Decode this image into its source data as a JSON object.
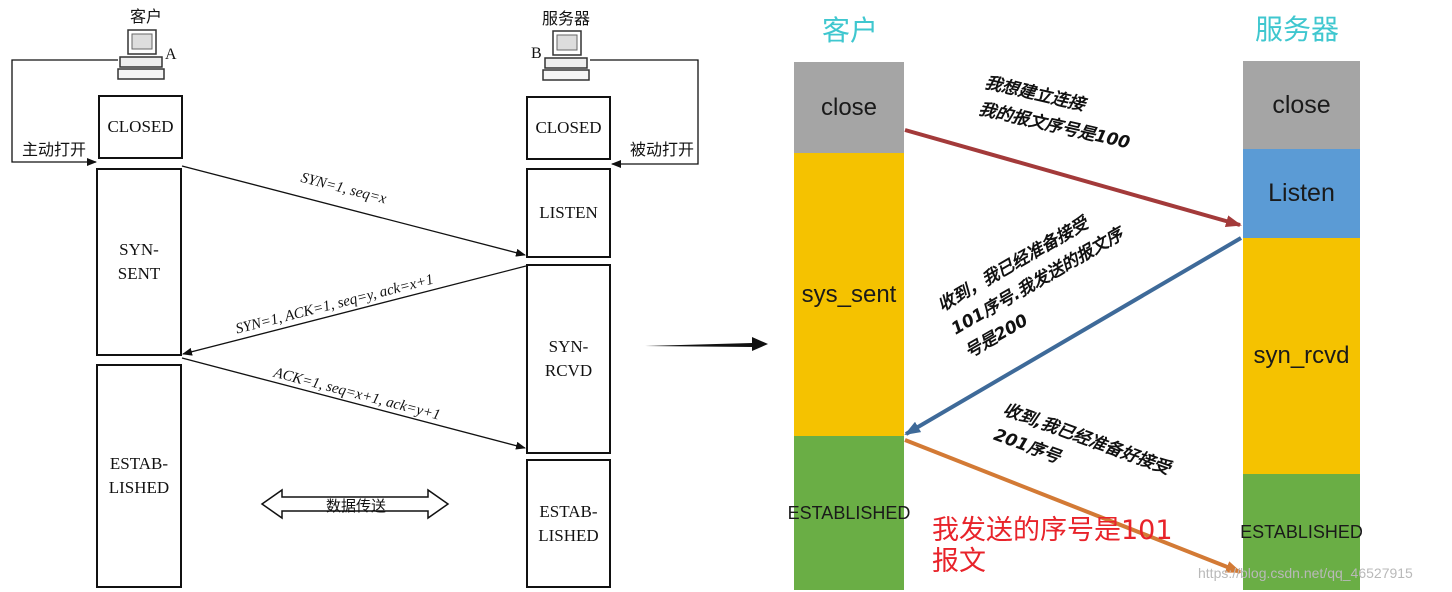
{
  "left": {
    "client_label": "客户",
    "server_label": "服务器",
    "host_a": "A",
    "host_b": "B",
    "active_open": "主动打开",
    "passive_open": "被动打开",
    "client_states": [
      "CLOSED",
      "SYN-\nSENT",
      "ESTAB-\nLISHED"
    ],
    "server_states": [
      "CLOSED",
      "LISTEN",
      "SYN-\nRCVD",
      "ESTAB-\nLISHED"
    ],
    "messages": [
      "SYN=1, seq=x",
      "SYN=1, ACK=1, seq=y, ack=x+1",
      "ACK=1, seq=x+1, ack=y+1"
    ],
    "data_transfer": "数据传送"
  },
  "right": {
    "client_title": "客户",
    "server_title": "服务器",
    "client_states": [
      "close",
      "sys_sent",
      "ESTABLISHED"
    ],
    "server_states": [
      "close",
      "Listen",
      "syn_rcvd",
      "ESTABLISHED"
    ],
    "note1": "我想建立连接\n我的报文序号是100",
    "note2": "收到，我已经准备接受\n101序号.我发送的报文序\n号是200",
    "note3": "收到,我已经准备好接受\n201序号",
    "note4": "我发送的序号是101\n报文",
    "colors": {
      "close": "#a5a5a5",
      "listen": "#5b9bd5",
      "sent": "#f5c200",
      "established": "#6aae45",
      "arrow1": "#a33a3a",
      "arrow2": "#3e6a99",
      "arrow3": "#d37a35",
      "title": "#3fc7cf",
      "red_text": "#e8232a"
    }
  },
  "watermark": "https://blog.csdn.net/qq_46527915"
}
